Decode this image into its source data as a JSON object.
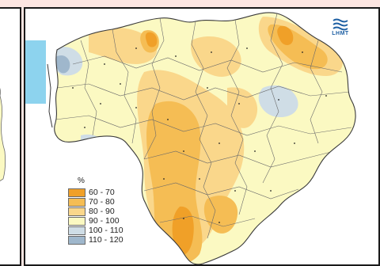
{
  "title": "",
  "colors": {
    "c60_70": "#f0a028",
    "c70_80": "#f5bd54",
    "c80_90": "#fad78b",
    "c90_100": "#fbf9c2",
    "c100_110": "#cfdde6",
    "c110_120": "#9fb7cc",
    "sea": "#8dd3ee",
    "border": "#6a6a6a",
    "frame": "#1a1a1a",
    "accent": "#1d5fa3"
  },
  "logo": {
    "icon": "wave-logo-icon",
    "label": "LHMT"
  },
  "legend": {
    "unit": "%",
    "items": [
      {
        "label": "60 - 70",
        "color": "#f0a028"
      },
      {
        "label": "70 - 80",
        "color": "#f5bd54"
      },
      {
        "label": "80 - 90",
        "color": "#fad78b"
      },
      {
        "label": "90 - 100",
        "color": "#fbf9c2"
      },
      {
        "label": "100 - 110",
        "color": "#cfdde6"
      },
      {
        "label": "110 - 120",
        "color": "#9fb7cc"
      }
    ]
  }
}
